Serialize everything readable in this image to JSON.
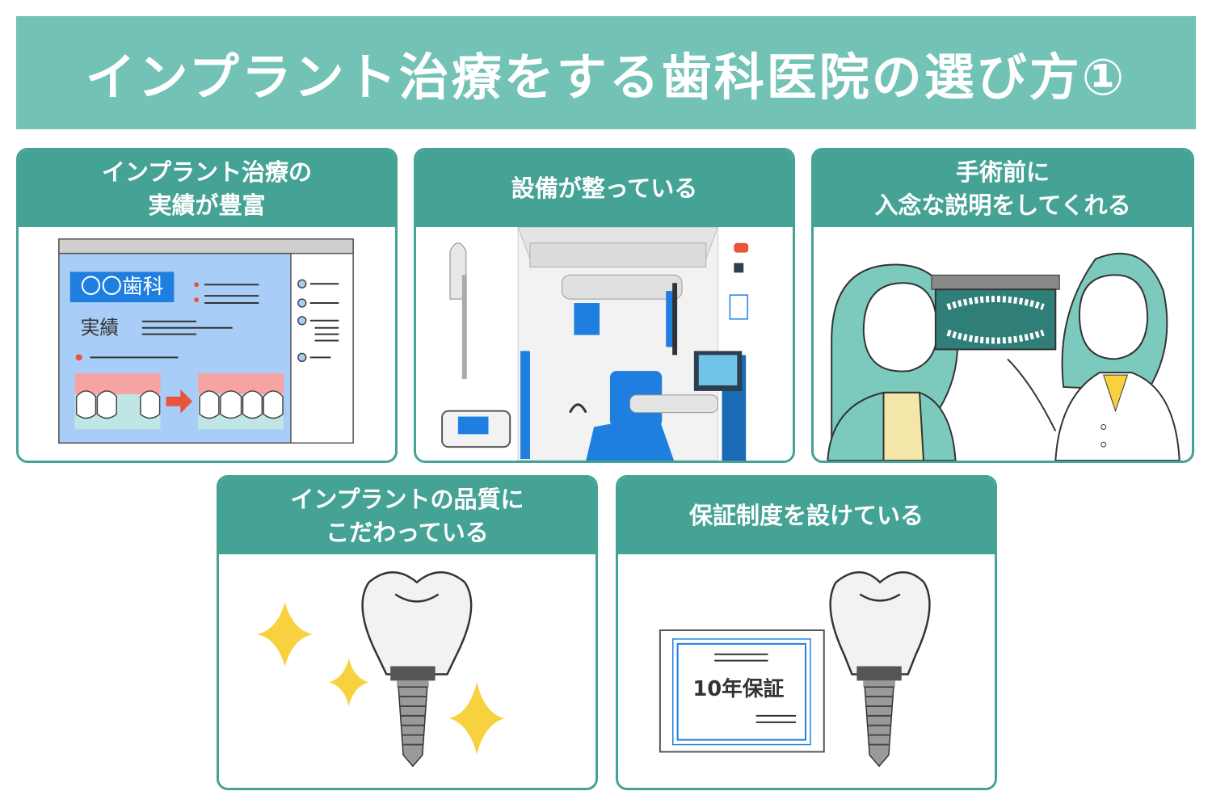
{
  "title": "インプラント治療をする歯科医院の選び方①",
  "colors": {
    "banner": "#72c2b6",
    "card_header": "#45a396",
    "accent_blue": "#1f7fe0",
    "star": "#f7d23e"
  },
  "cards": [
    {
      "line1": "インプラント治療の",
      "line2": "実績が豊富",
      "illustration": {
        "badge": "〇〇歯科",
        "label": "実績"
      }
    },
    {
      "line1": "設備が整っている",
      "line2": ""
    },
    {
      "line1": "手術前に",
      "line2": "入念な説明をしてくれる"
    },
    {
      "line1": "インプラントの品質に",
      "line2": "こだわっている"
    },
    {
      "line1": "保証制度を設けている",
      "line2": "",
      "illustration": {
        "certificate": "10年保証"
      }
    }
  ]
}
